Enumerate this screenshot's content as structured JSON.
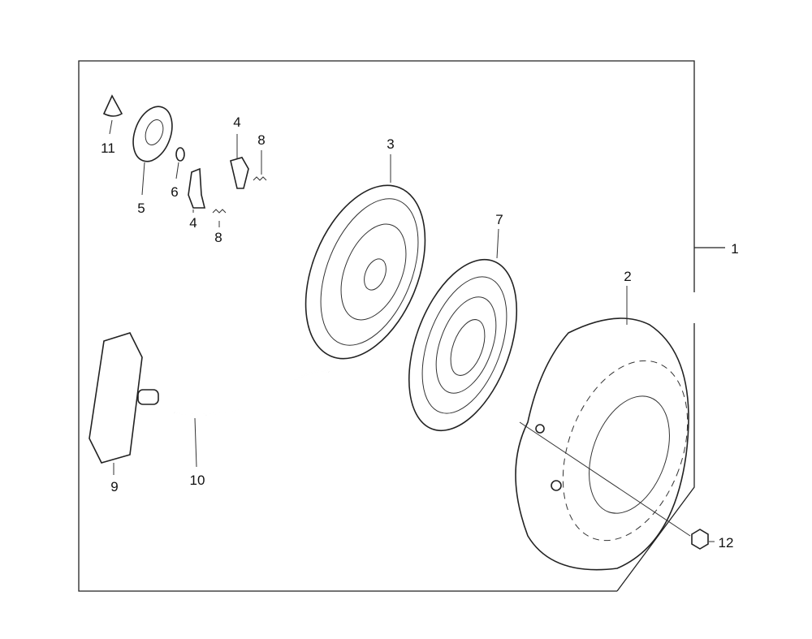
{
  "diagram": {
    "type": "exploded parts view - recoil starter",
    "callouts": [
      {
        "id": "c11",
        "label": "11"
      },
      {
        "id": "c5",
        "label": "5"
      },
      {
        "id": "c6",
        "label": "6"
      },
      {
        "id": "c4a",
        "label": "4"
      },
      {
        "id": "c8a",
        "label": "8"
      },
      {
        "id": "c4b",
        "label": "4"
      },
      {
        "id": "c8b",
        "label": "8"
      },
      {
        "id": "c3",
        "label": "3"
      },
      {
        "id": "c7",
        "label": "7"
      },
      {
        "id": "c1",
        "label": "1"
      },
      {
        "id": "c2",
        "label": "2"
      },
      {
        "id": "c9",
        "label": "9"
      },
      {
        "id": "c10",
        "label": "10"
      },
      {
        "id": "c12",
        "label": "12"
      }
    ]
  }
}
